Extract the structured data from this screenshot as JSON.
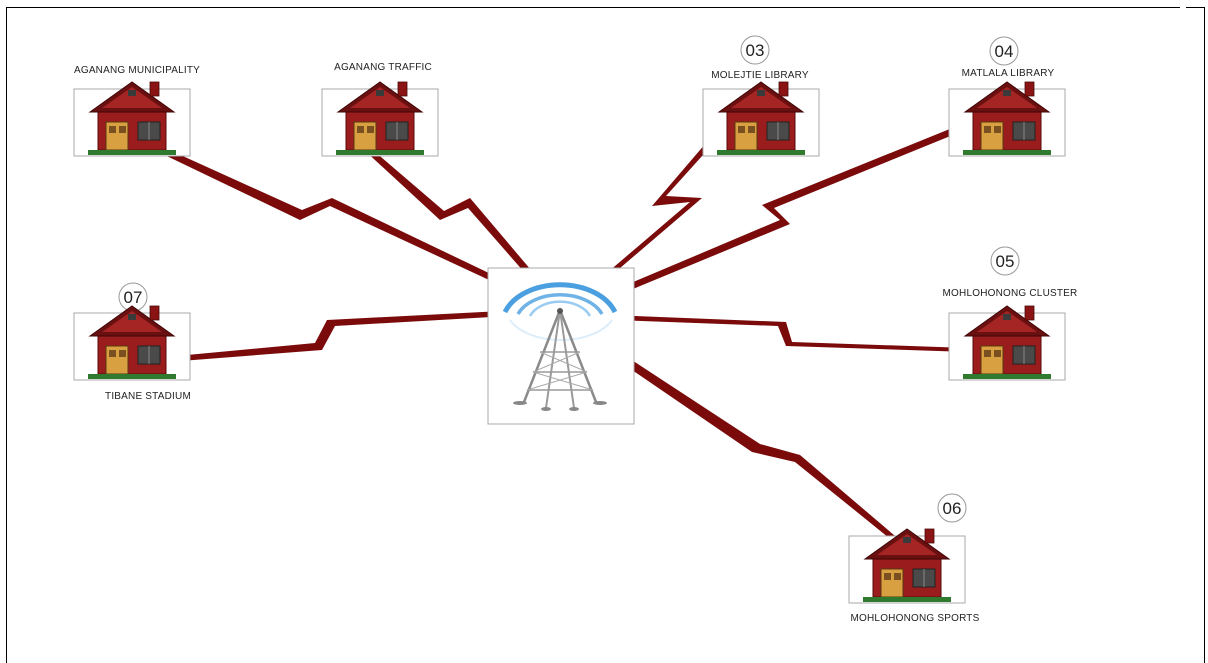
{
  "hub": {
    "icon": "radio-tower-icon"
  },
  "sites": [
    {
      "id": "aganang-municipality",
      "number": "",
      "label": "AGANANG MUNICIPALITY",
      "icon": "house-icon"
    },
    {
      "id": "aganang-traffic",
      "number": "",
      "label": "AGANANG TRAFFIC",
      "icon": "house-icon"
    },
    {
      "id": "molejtie-library",
      "number": "03",
      "label": "MOLEJTIE LIBRARY",
      "icon": "house-icon"
    },
    {
      "id": "matlala-library",
      "number": "04",
      "label": "MATLALA  LIBRARY",
      "icon": "house-icon"
    },
    {
      "id": "mohlohonong-cluster",
      "number": "05",
      "label": "MOHLOHONONG CLUSTER",
      "icon": "house-icon"
    },
    {
      "id": "mohlohonong-sports",
      "number": "06",
      "label": "MOHLOHONONG SPORTS",
      "icon": "house-icon"
    },
    {
      "id": "tibane-stadium",
      "number": "07",
      "label": "TIBANE STADIUM",
      "icon": "house-icon"
    }
  ],
  "colors": {
    "link": "#7b0b0b",
    "house_wall": "#9b1c1c",
    "house_roof": "#6b1010",
    "signal": "#4a9fe0"
  }
}
